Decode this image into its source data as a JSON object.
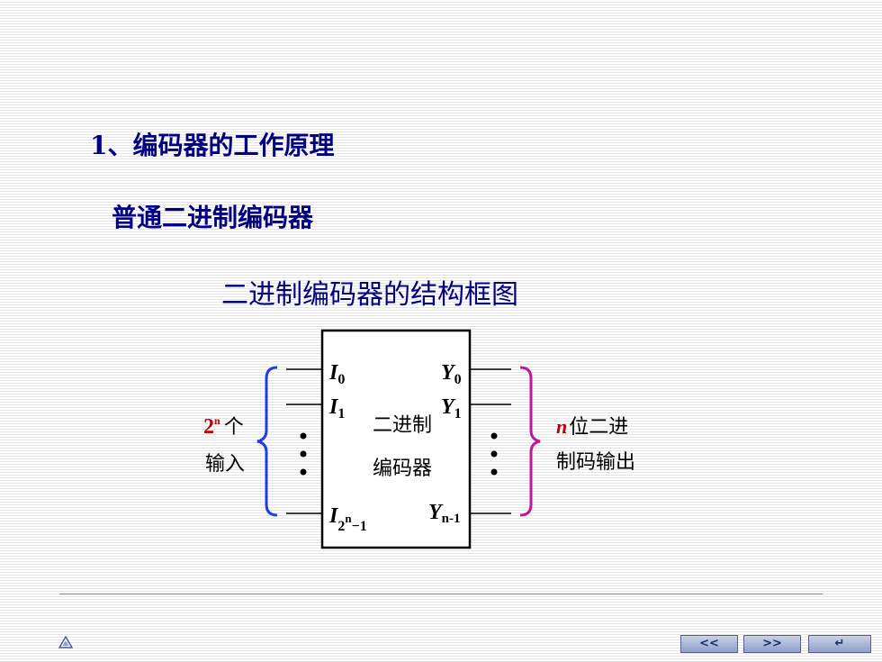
{
  "slide": {
    "heading": "1、编码器的工作原理",
    "subheading": "普通二进制编码器",
    "diagram_title": "二进制编码器的结构框图"
  },
  "diagram": {
    "box_label_line1": "二进制",
    "box_label_line2": "编码器",
    "inputs": {
      "i0_base": "I",
      "i0_sub": "0",
      "i1_base": "I",
      "i1_sub": "1",
      "ilast_base": "I",
      "ilast_sub_base": "2",
      "ilast_sub_sup": "n",
      "ilast_sub_tail": "−1"
    },
    "outputs": {
      "y0_base": "Y",
      "y0_sub": "0",
      "y1_base": "Y",
      "y1_sub": "1",
      "ylast_base": "Y",
      "ylast_sub": "n-1"
    },
    "left_label": {
      "pow_base": "2",
      "pow_exp": "n",
      "line1_text": "个",
      "line2_text": "输入"
    },
    "right_label": {
      "n": "n",
      "line1_text": "位二进",
      "line2_text": "制码输出"
    },
    "colors": {
      "left_brace": "#1f3fe0",
      "right_brace": "#c0189a",
      "accent_red": "#c00000"
    }
  },
  "nav": {
    "prev_label": "<<",
    "next_label": ">>",
    "return_label": "↵"
  },
  "icons": {
    "corner": "triangle-logo-icon"
  }
}
